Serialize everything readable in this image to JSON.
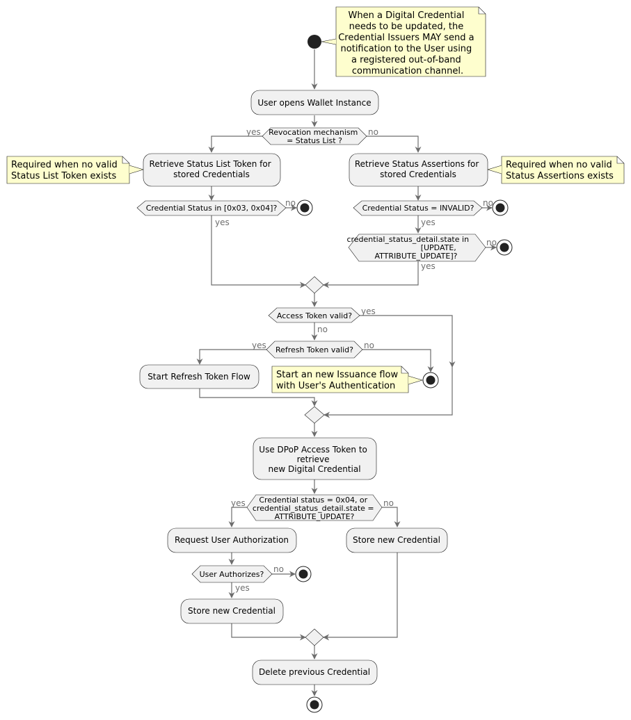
{
  "diagram": {
    "notes": {
      "top": [
        "When a Digital Credential",
        "needs to be updated, the",
        "Credential Issuers MAY send a",
        "notification to the User using",
        "a registered out-of-band",
        "communication channel."
      ],
      "left": [
        "Required when no valid",
        "Status List Token exists"
      ],
      "right": [
        "Required when no valid",
        "Status Assertions exists"
      ],
      "issuance": [
        "Start an new Issuance flow",
        "with User's Authentication"
      ]
    },
    "activities": {
      "open_wallet": [
        "User opens Wallet Instance"
      ],
      "retrieve_status_list": [
        "Retrieve Status List Token for",
        "stored Credentials"
      ],
      "retrieve_status_assertions": [
        "Retrieve Status Assertions for",
        "stored Credentials"
      ],
      "start_refresh": [
        "Start Refresh Token Flow"
      ],
      "use_dpop": [
        "Use DPoP Access Token to",
        "retrieve",
        "new Digital Credential"
      ],
      "request_auth": [
        "Request User Authorization"
      ],
      "store_left": [
        "Store new Credential"
      ],
      "store_right": [
        "Store new Credential"
      ],
      "delete_previous": [
        "Delete previous Credential"
      ]
    },
    "decisions": {
      "revocation": [
        "Revocation mechanism",
        "= Status List ?"
      ],
      "status_list": [
        "Credential Status in [0x03, 0x04]?"
      ],
      "invalid": [
        "Credential Status = INVALID?"
      ],
      "state_in": [
        "credential_status_detail.state in",
        "[UPDATE,",
        "ATTRIBUTE_UPDATE]?"
      ],
      "access_token": [
        "Access Token valid?"
      ],
      "refresh_token": [
        "Refresh Token valid?"
      ],
      "credential_status": [
        "Credential status = 0x04, or",
        "credential_status_detail.state =",
        "ATTRIBUTE_UPDATE?"
      ],
      "user_authorizes": [
        "User Authorizes?"
      ]
    },
    "labels": {
      "yes": "yes",
      "no": "no"
    }
  }
}
